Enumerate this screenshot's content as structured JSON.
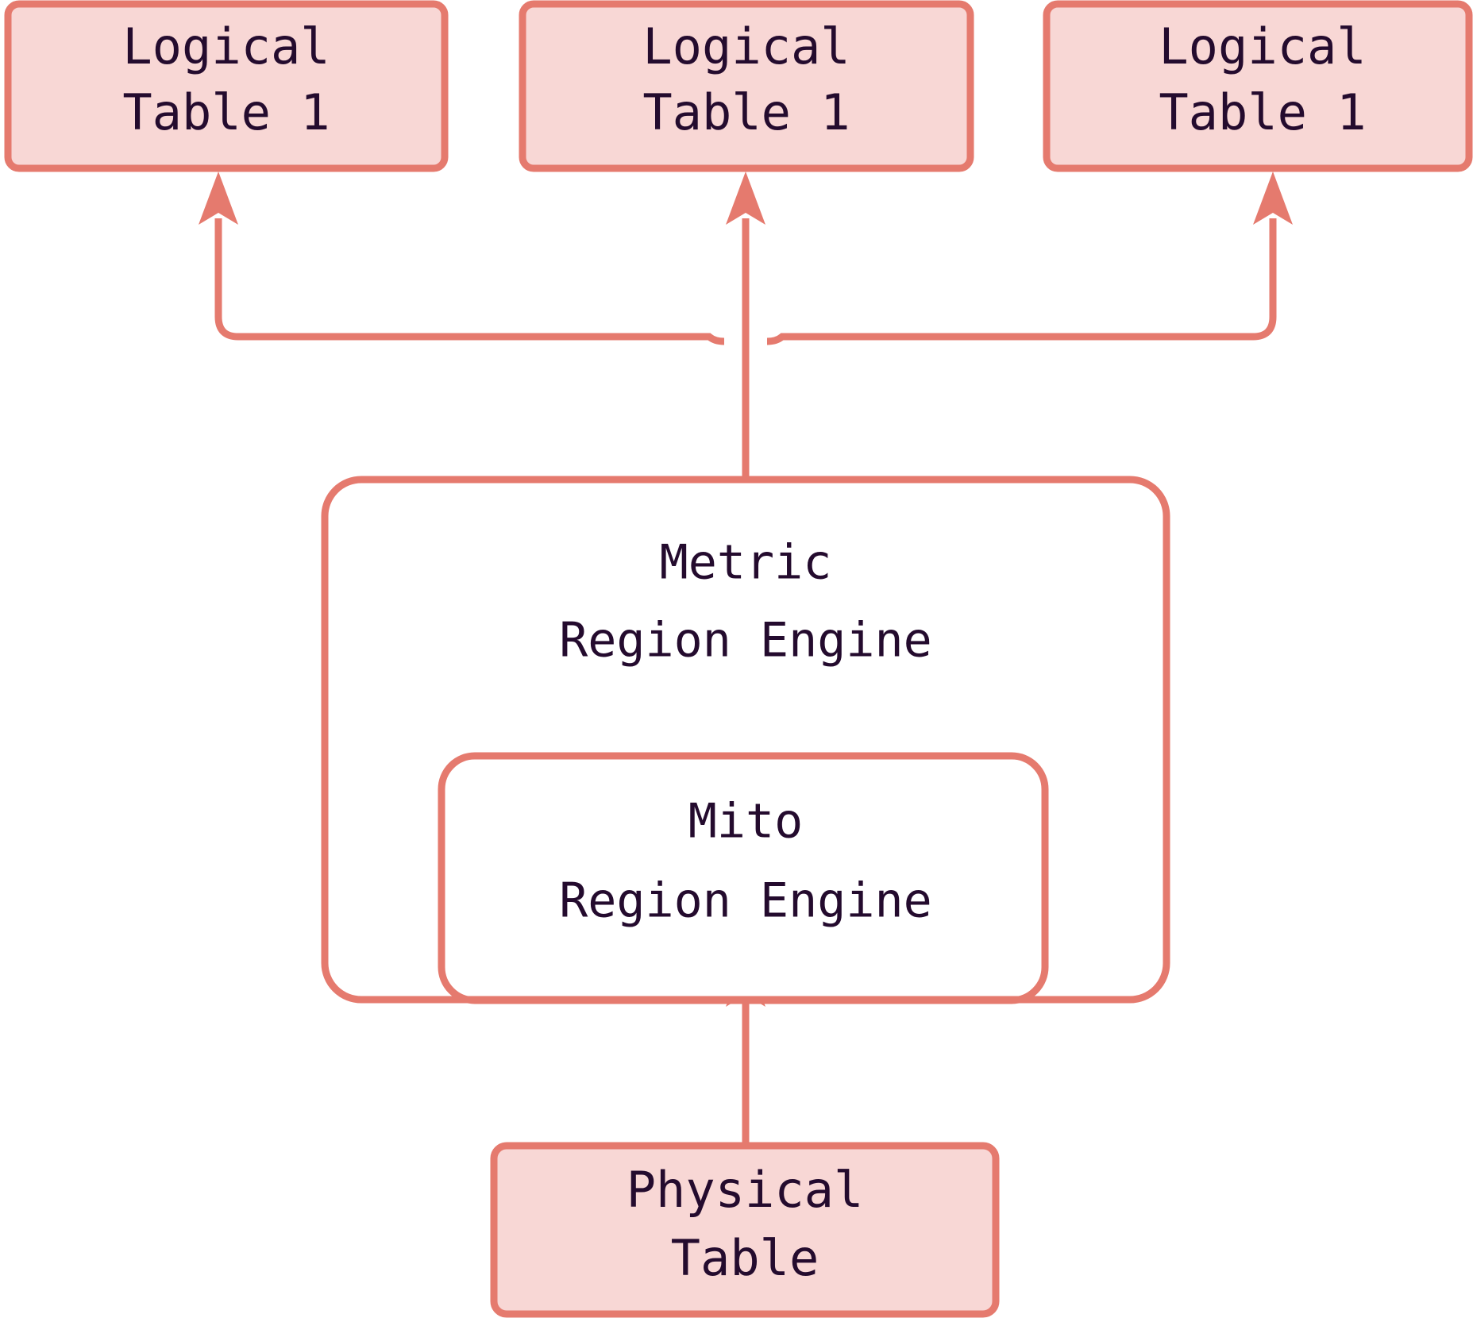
{
  "diagram": {
    "type": "flow-architecture",
    "title_text": null,
    "colors": {
      "node_fill": "#f8d7d5",
      "node_border": "#e57a6e",
      "container_fill": "#ffffff",
      "container_border": "#e57a6e",
      "text": "#240b2e",
      "canvas_background": "#ffffff",
      "text_halo": "#fbfbfb"
    },
    "nodes": {
      "logical_table_1": {
        "line1": "Logical",
        "line2": "Table 1"
      },
      "logical_table_2": {
        "line1": "Logical",
        "line2": "Table 1"
      },
      "logical_table_3": {
        "line1": "Logical",
        "line2": "Table 1"
      },
      "metric_region_engine": {
        "line1": "Metric",
        "line2": "Region Engine"
      },
      "mito_region_engine": {
        "line1": "Mito",
        "line2": "Region Engine"
      },
      "physical_table": {
        "line1": "Physical",
        "line2": "Table"
      }
    },
    "edges": [
      {
        "id": "physical-to-mito",
        "from": "physical_table",
        "to": "mito_region_engine",
        "style": "straight-arrow-up",
        "label": ""
      },
      {
        "id": "metric-to-logical-1",
        "from": "metric_region_engine",
        "to": "logical_table_1",
        "style": "elbow-arrow-up-left",
        "label": ""
      },
      {
        "id": "metric-to-logical-2",
        "from": "metric_region_engine",
        "to": "logical_table_2",
        "style": "straight-arrow-up",
        "label": ""
      },
      {
        "id": "metric-to-logical-3",
        "from": "metric_region_engine",
        "to": "logical_table_3",
        "style": "elbow-arrow-up-right",
        "label": ""
      }
    ]
  }
}
